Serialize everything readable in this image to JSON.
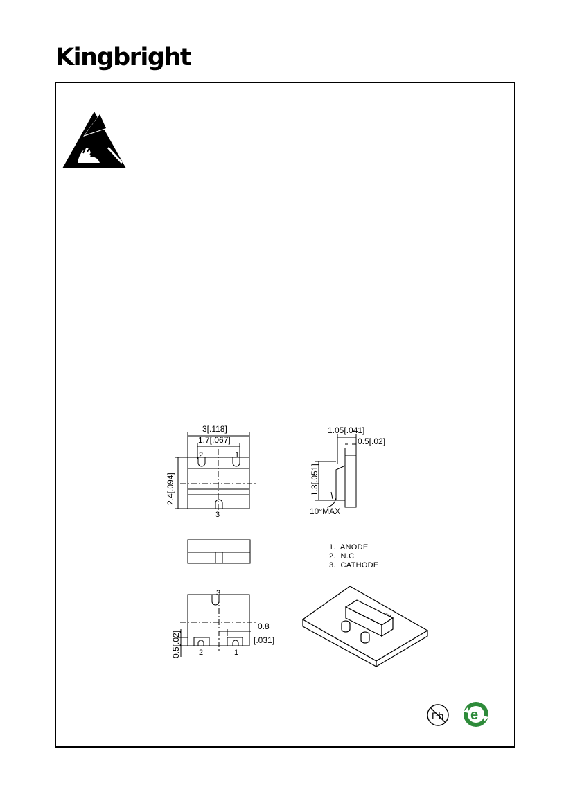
{
  "header": {
    "brand": "Kingbright"
  },
  "icons": {
    "esd": "esd-warning-icon",
    "pb_free": "pb-free-icon",
    "rohs": "rohs-e-icon"
  },
  "drawing": {
    "top_view": {
      "width_dim": "3[.118]",
      "pad_dim": "1.7[.067]",
      "height_dim": "2.4[.094]",
      "pin_labels": [
        "2",
        "1",
        "3"
      ]
    },
    "side_view": {
      "total_dim": "1.05[.041]",
      "thin_dim": "0.5[.02]",
      "lens_dim": "1.3[.051]",
      "angle_note": "10°MAX"
    },
    "bottom_view": {
      "pad_height_dim": "0.5[.02]",
      "pad_width_dim": "0.8",
      "pad_width_inch": "[.031]",
      "pin_labels": [
        "3",
        "2",
        "1"
      ]
    },
    "pins": [
      {
        "num": "1.",
        "name": "ANODE"
      },
      {
        "num": "2.",
        "name": "N.C"
      },
      {
        "num": "3.",
        "name": "CATHODE"
      }
    ]
  }
}
